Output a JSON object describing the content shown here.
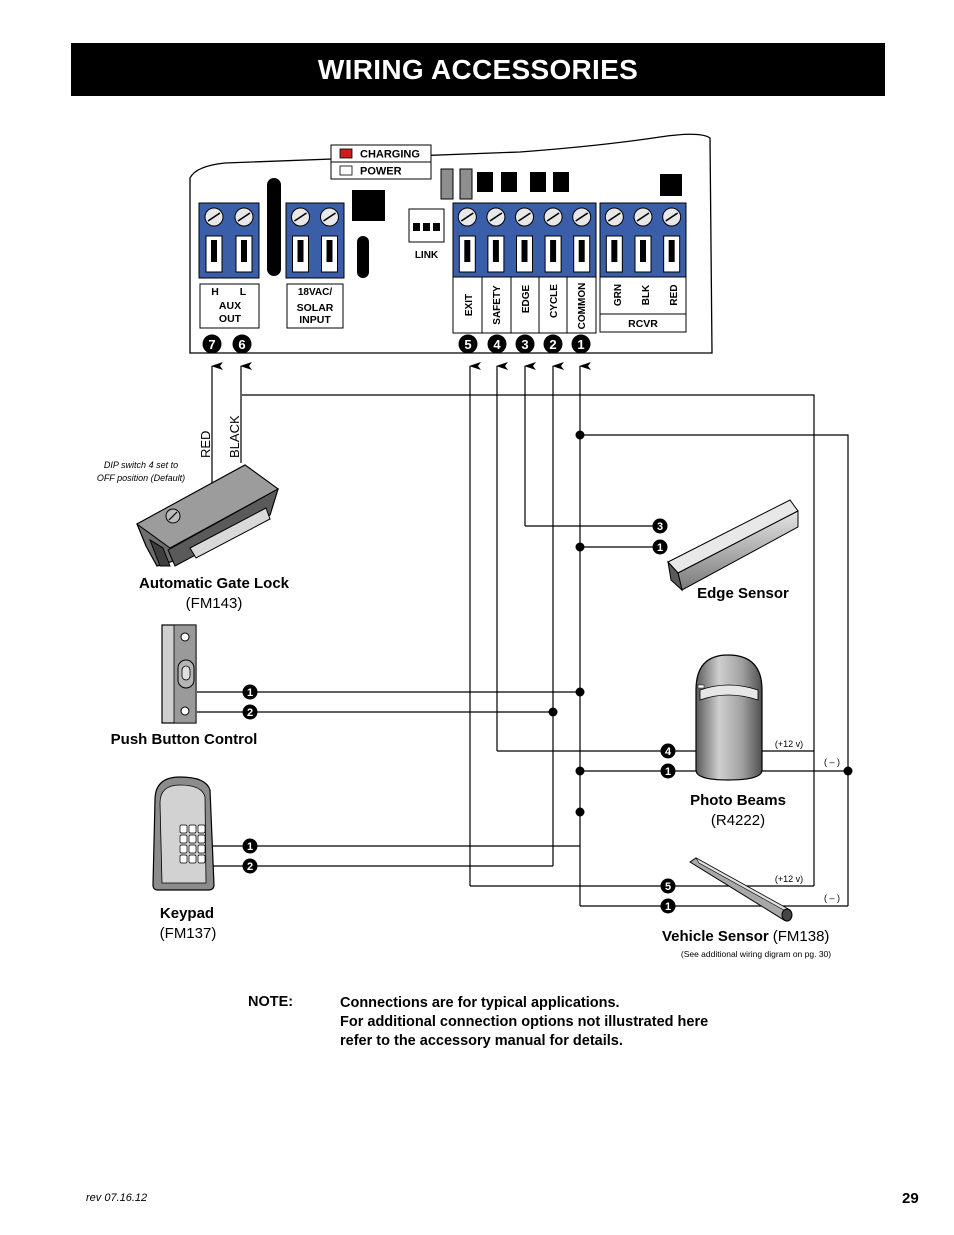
{
  "page": {
    "title": "WIRING ACCESSORIES",
    "revision": "rev 07.16.12",
    "page_number": "29"
  },
  "board": {
    "led_charging": "CHARGING",
    "led_power": "POWER",
    "link_label": "LINK",
    "aux_h": "H",
    "aux_l": "L",
    "aux_label_1": "AUX",
    "aux_label_2": "OUT",
    "solar_label_1": "18VAC/",
    "solar_label_2": "SOLAR",
    "solar_label_3": "INPUT",
    "terminal_exit": "EXIT",
    "terminal_safety": "SAFETY",
    "terminal_edge": "EDGE",
    "terminal_cycle": "CYCLE",
    "terminal_common": "COMMON",
    "rcvr_grn": "GRN",
    "rcvr_blk": "BLK",
    "rcvr_red": "RED",
    "rcvr_label": "RCVR",
    "badges": [
      "7",
      "6",
      "5",
      "4",
      "3",
      "2",
      "1"
    ]
  },
  "wires": {
    "red": "RED",
    "black": "BLACK"
  },
  "gate_lock": {
    "note_line1": "DIP switch 4 set to",
    "note_line2": "OFF position (Default)",
    "name": "Automatic Gate Lock",
    "model": "(FM143)"
  },
  "edge_sensor": {
    "name": "Edge Sensor",
    "badges": [
      "3",
      "1"
    ]
  },
  "push_button": {
    "name": "Push Button Control",
    "badges": [
      "1",
      "2"
    ]
  },
  "photo_beams": {
    "name": "Photo Beams",
    "model": "(R4222)",
    "badges": [
      "4",
      "1"
    ],
    "plus": "(+12 v)",
    "minus": "( – )"
  },
  "keypad": {
    "name": "Keypad",
    "model": "(FM137)",
    "badges": [
      "1",
      "2"
    ]
  },
  "vehicle_sensor": {
    "name": "Vehicle Sensor",
    "model": "(FM138)",
    "note": "(See additional wiring digram on pg. 30)",
    "badges": [
      "5",
      "1"
    ],
    "plus": "(+12 v)",
    "minus": "( – )"
  },
  "note": {
    "label": "NOTE:",
    "line1": "Connections are for typical applications.",
    "line2": "For additional connection options not illustrated here",
    "line3": "refer to the accessory manual for details."
  },
  "colors": {
    "terminal_blue": "#3a5fa8",
    "charging_led": "#c8201e",
    "banner": "#000000"
  }
}
